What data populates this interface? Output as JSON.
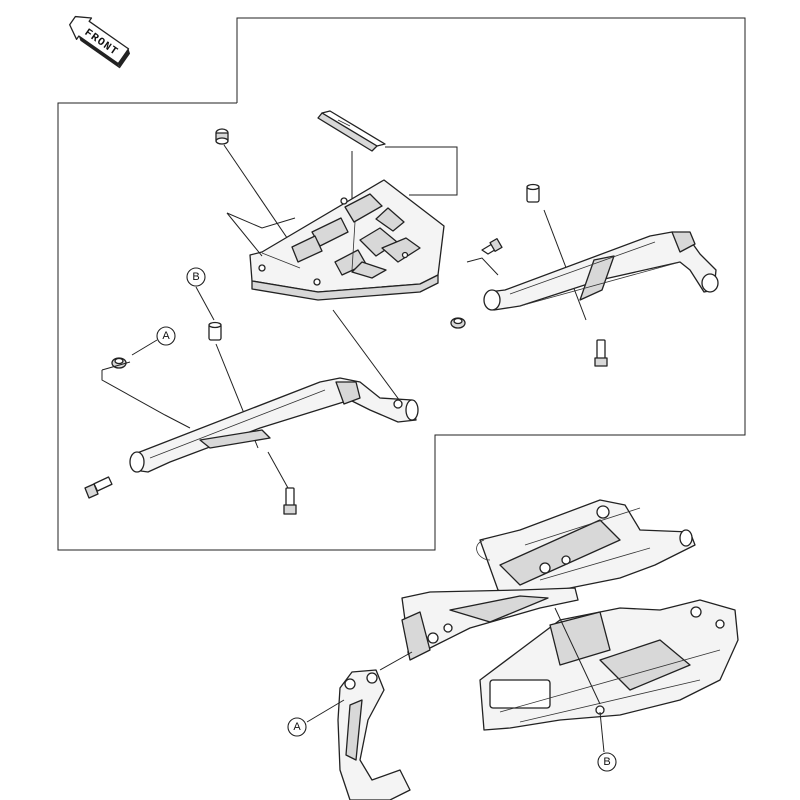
{
  "front_arrow": {
    "label": "FRONT"
  },
  "callouts": [
    {
      "id": "A",
      "label": "A"
    },
    {
      "id": "B",
      "label": "B"
    },
    {
      "id": "A2",
      "label": "A"
    },
    {
      "id": "B2",
      "label": "B"
    }
  ],
  "colors": {
    "line": "#222222",
    "part_fill": "#f4f4f4",
    "shade": "#d8d8d8",
    "background": "#ffffff"
  }
}
